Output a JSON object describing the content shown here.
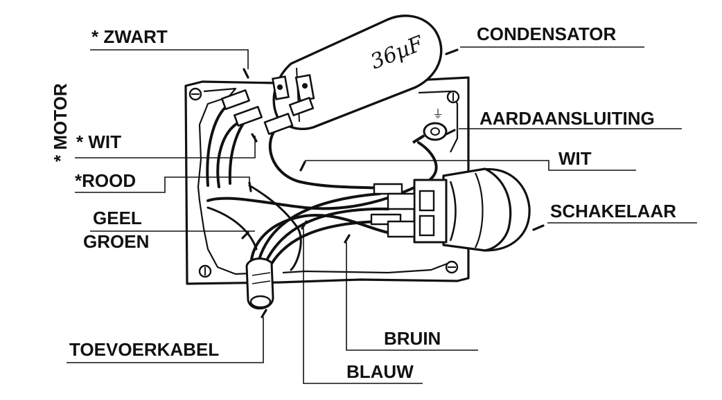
{
  "labels": {
    "zwart": "* ZWART",
    "motor": "* MOTOR",
    "wit_left": "* WIT",
    "rood": "*ROOD",
    "geel": "GEEL",
    "groen": "GROEN",
    "condensator": "CONDENSATOR",
    "aardaansluiting": "AARDAANSLUITING",
    "wit_right": "WIT",
    "schakelaar": "SCHAKELAAR",
    "toevoerkabel": "TOEVOERKABEL",
    "bruin": "BRUIN",
    "blauw": "BLAUW"
  },
  "capacitor": {
    "value": "36µF"
  },
  "ground_symbol": "⏚"
}
